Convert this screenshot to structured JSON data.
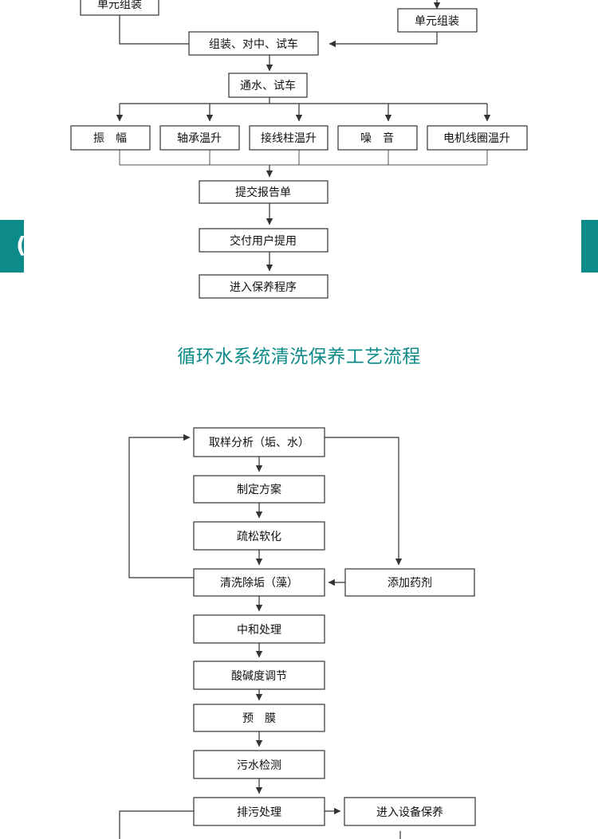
{
  "colors": {
    "accent": "#0d8a8a",
    "line": "#333333",
    "text": "#111111"
  },
  "section_title": "循环水系统清洗保养工艺流程",
  "side_tab_left_glyph": "(",
  "flow1": {
    "unit_assembly_left": "单元组装",
    "unit_assembly_right": "单元组装",
    "assembly_align_test": "组装、对中、试车",
    "water_test": "通水、试车",
    "vibration": "振　幅",
    "bearing_temp": "轴承温升",
    "terminal_temp": "接线柱温升",
    "noise": "噪　音",
    "coil_temp": "电机线圈温升",
    "submit_report": "提交报告单",
    "deliver_user": "交付用户提用",
    "enter_maintenance": "进入保养程序"
  },
  "flow2": {
    "sampling": "取样分析（垢、水）",
    "make_plan": "制定方案",
    "loosen_soften": "疏松软化",
    "clean_descale": "清洗除垢（藻）",
    "add_chemicals": "添加药剂",
    "neutralize": "中和处理",
    "ph_adjust": "酸碱度调节",
    "pre_film": "预　膜",
    "sewage_test": "污水检测",
    "discharge": "排污处理",
    "equipment_maintenance": "进入设备保养"
  }
}
